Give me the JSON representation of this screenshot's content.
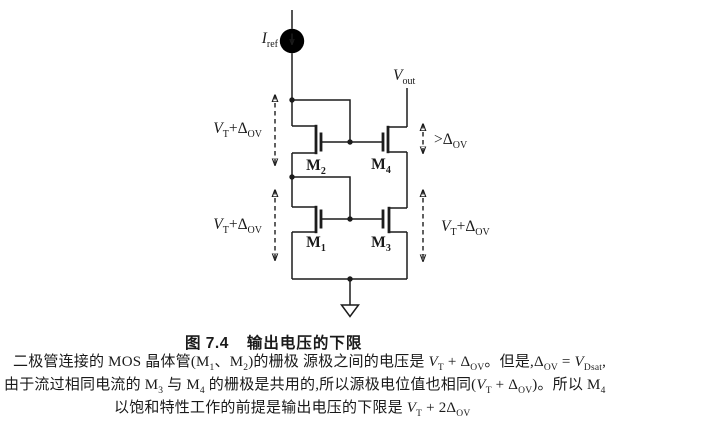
{
  "figure": {
    "labels": {
      "iref": [
        {
          "t": "I",
          "i": 1
        },
        {
          "sub": "ref"
        }
      ],
      "vout": [
        {
          "t": "V",
          "i": 1
        },
        {
          "sub": "out"
        }
      ],
      "m1": [
        {
          "t": "M"
        },
        {
          "sub": "1"
        }
      ],
      "m2": [
        {
          "t": "M"
        },
        {
          "sub": "2"
        }
      ],
      "m3": [
        {
          "t": "M"
        },
        {
          "sub": "3"
        }
      ],
      "m4": [
        {
          "t": "M"
        },
        {
          "sub": "4"
        }
      ]
    },
    "annotations": {
      "left_upper": [
        {
          "t": "V",
          "i": 1
        },
        {
          "sub": "T"
        },
        {
          "t": "+Δ"
        },
        {
          "sub": "OV"
        }
      ],
      "left_lower": [
        {
          "t": "V",
          "i": 1
        },
        {
          "sub": "T"
        },
        {
          "t": "+Δ"
        },
        {
          "sub": "OV"
        }
      ],
      "right_upper": [
        {
          "t": ">Δ"
        },
        {
          "sub": "OV"
        }
      ],
      "right_lower": [
        {
          "t": "V",
          "i": 1
        },
        {
          "sub": "T"
        },
        {
          "t": "+Δ"
        },
        {
          "sub": "OV"
        }
      ]
    },
    "icons": {
      "current_source": "circle-with-down-arrow",
      "ground": "open-downward-triangle",
      "voltage_span": "dashed-double-headed-vertical-arrow"
    },
    "colors": {
      "ink": "#1c1c1c",
      "paper": "#ffffff"
    }
  },
  "caption": {
    "figure_no": "图 7.4",
    "title": "输出电压的下限"
  },
  "body": {
    "line1": [
      {
        "t": "二极管连接的 MOS 晶体管(M"
      },
      {
        "sub": "1"
      },
      {
        "t": "、M"
      },
      {
        "sub": "2"
      },
      {
        "t": ")的栅极 源极之间的电压是 "
      },
      {
        "t": "V",
        "i": 1
      },
      {
        "sub": "T"
      },
      {
        "t": " + Δ"
      },
      {
        "sub": "OV"
      },
      {
        "t": "。但是,Δ"
      },
      {
        "sub": "OV"
      },
      {
        "t": " = "
      },
      {
        "t": "V",
        "i": 1
      },
      {
        "sub": "Dsat"
      },
      {
        "t": ","
      }
    ],
    "line2": [
      {
        "t": "由于流过相同电流的 M"
      },
      {
        "sub": "3"
      },
      {
        "t": " 与 M"
      },
      {
        "sub": "4"
      },
      {
        "t": " 的栅极是共用的,所以源极电位值也相同("
      },
      {
        "t": "V",
        "i": 1
      },
      {
        "sub": "T"
      },
      {
        "t": " + Δ"
      },
      {
        "sub": "OV"
      },
      {
        "t": ")。所以 M"
      },
      {
        "sub": "4"
      }
    ],
    "line3": [
      {
        "t": "以饱和特性工作的前提是输出电压的下限是 "
      },
      {
        "t": "V",
        "i": 1
      },
      {
        "sub": "T"
      },
      {
        "t": " + 2Δ"
      },
      {
        "sub": "OV"
      }
    ]
  }
}
